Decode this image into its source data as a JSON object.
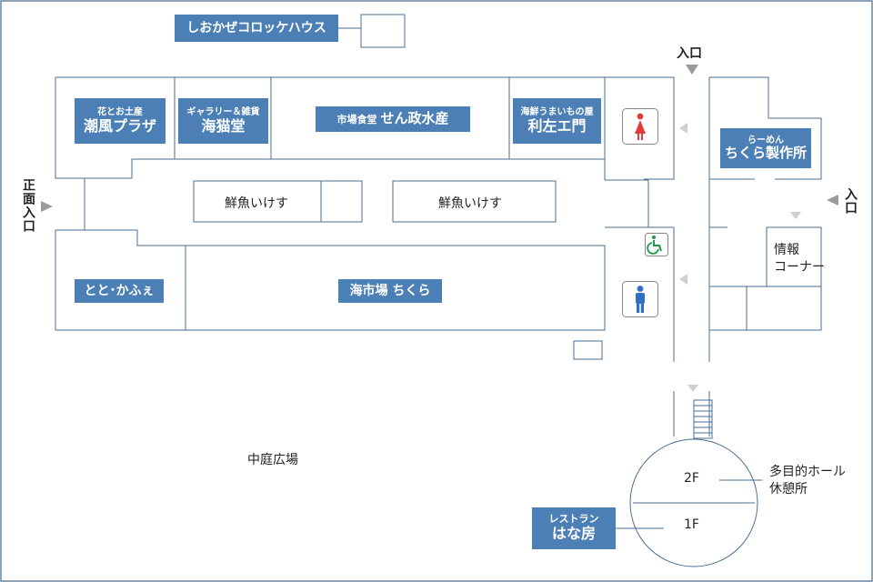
{
  "map": {
    "labels": {
      "shiokaze": "しおかぜコロッケハウス",
      "hanatooto_small": "花とお土産",
      "hanatooto_large": "潮風プラザ",
      "gallery_small": "ギャラリー＆雑貨",
      "gallery_large": "海猫堂",
      "ichiba_small": "市場食堂",
      "ichiba_large": "せん政水産",
      "kaisen_small": "海鮮うまいもの屋",
      "kaisen_large": "利左エ門",
      "ramen_small": "らーめん",
      "ramen_large": "ちくら製作所",
      "ikesu1": "鮮魚いけす",
      "ikesu2": "鮮魚いけす",
      "totocafe": "とと･かふぇ",
      "umiichiba": "海市場 ちくら",
      "restaurant_small": "レストラン",
      "restaurant_large": "はな房"
    },
    "texts": {
      "entrance_top": "入口",
      "entrance_right": "入口",
      "entrance_left": "正面入口",
      "info_line1": "情報",
      "info_line2": "コーナー",
      "courtyard": "中庭広場",
      "floor2": "2F",
      "floor1": "1F",
      "hall_line1": "多目的ホール",
      "hall_line2": "休憩所"
    },
    "icons": {
      "female_restroom": "female-restroom-icon",
      "male_restroom": "male-restroom-icon",
      "accessible_restroom": "wheelchair-icon"
    },
    "colors": {
      "label_bg": "#4b7fb6",
      "wall": "#4a6f93",
      "arrow": "#9a9a9a",
      "female": "#e33a3a",
      "male": "#2f6fc4",
      "accessible": "#1e9a4a"
    }
  }
}
